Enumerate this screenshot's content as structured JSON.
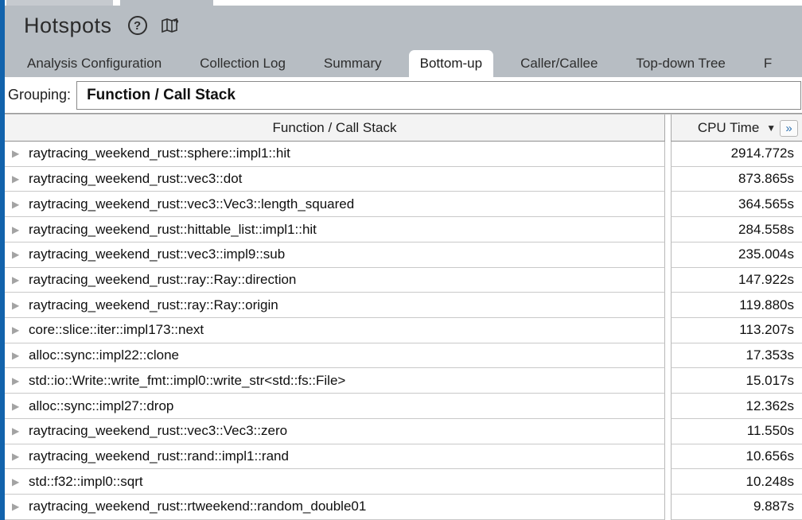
{
  "window": {
    "title": "Hotspots"
  },
  "icons": {
    "help": "?",
    "sort_desc": "▼",
    "expand_columns": "»",
    "row_expand": "▶"
  },
  "tabs": [
    {
      "label": "Analysis Configuration",
      "active": false
    },
    {
      "label": "Collection Log",
      "active": false
    },
    {
      "label": "Summary",
      "active": false
    },
    {
      "label": "Bottom-up",
      "active": true
    },
    {
      "label": "Caller/Callee",
      "active": false
    },
    {
      "label": "Top-down Tree",
      "active": false
    },
    {
      "label": "F",
      "active": false
    }
  ],
  "grouping": {
    "label": "Grouping:",
    "value": "Function / Call Stack"
  },
  "table": {
    "columns": {
      "function": "Function / Call Stack",
      "cpu_time": "CPU Time",
      "cpu_sort": "descending"
    },
    "rows": [
      {
        "function": "raytracing_weekend_rust::sphere::impl1::hit",
        "cpu_time": "2914.772s"
      },
      {
        "function": "raytracing_weekend_rust::vec3::dot",
        "cpu_time": "873.865s"
      },
      {
        "function": "raytracing_weekend_rust::vec3::Vec3::length_squared",
        "cpu_time": "364.565s"
      },
      {
        "function": "raytracing_weekend_rust::hittable_list::impl1::hit",
        "cpu_time": "284.558s"
      },
      {
        "function": "raytracing_weekend_rust::vec3::impl9::sub",
        "cpu_time": "235.004s"
      },
      {
        "function": "raytracing_weekend_rust::ray::Ray::direction",
        "cpu_time": "147.922s"
      },
      {
        "function": "raytracing_weekend_rust::ray::Ray::origin",
        "cpu_time": "119.880s"
      },
      {
        "function": "core::slice::iter::impl173::next",
        "cpu_time": "113.207s"
      },
      {
        "function": "alloc::sync::impl22::clone",
        "cpu_time": "17.353s"
      },
      {
        "function": "std::io::Write::write_fmt::impl0::write_str<std::fs::File>",
        "cpu_time": "15.017s"
      },
      {
        "function": "alloc::sync::impl27::drop",
        "cpu_time": "12.362s"
      },
      {
        "function": "raytracing_weekend_rust::vec3::Vec3::zero",
        "cpu_time": "11.550s"
      },
      {
        "function": "raytracing_weekend_rust::rand::impl1::rand",
        "cpu_time": "10.656s"
      },
      {
        "function": "std::f32::impl0::sqrt",
        "cpu_time": "10.248s"
      },
      {
        "function": "raytracing_weekend_rust::rtweekend::random_double01",
        "cpu_time": "9.887s"
      }
    ]
  }
}
